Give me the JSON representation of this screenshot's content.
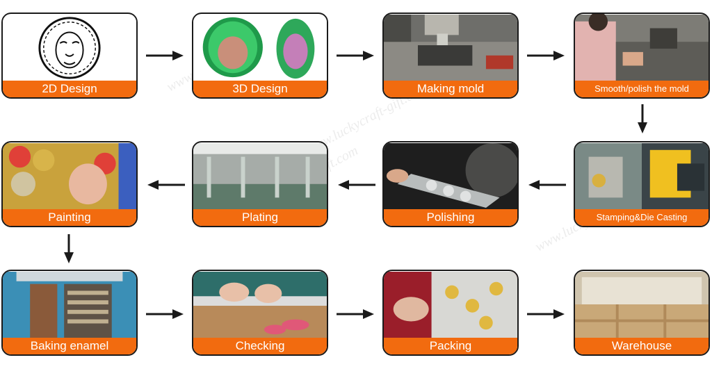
{
  "steps": [
    {
      "label": "2D Design"
    },
    {
      "label": "3D Design"
    },
    {
      "label": "Making mold"
    },
    {
      "label": "Smooth/polish the mold"
    },
    {
      "label": "Stamping&Die Casting"
    },
    {
      "label": "Polishing"
    },
    {
      "label": "Plating"
    },
    {
      "label": "Painting"
    },
    {
      "label": "Baking enamel"
    },
    {
      "label": "Checking"
    },
    {
      "label": "Packing"
    },
    {
      "label": "Warehouse"
    }
  ],
  "watermark": "www.luckycraft-gift.com",
  "colors": {
    "label_bg": "#f26b0f",
    "label_text": "#ffffff",
    "arrow": "#1a1a1a",
    "border": "#1a1a1a"
  }
}
